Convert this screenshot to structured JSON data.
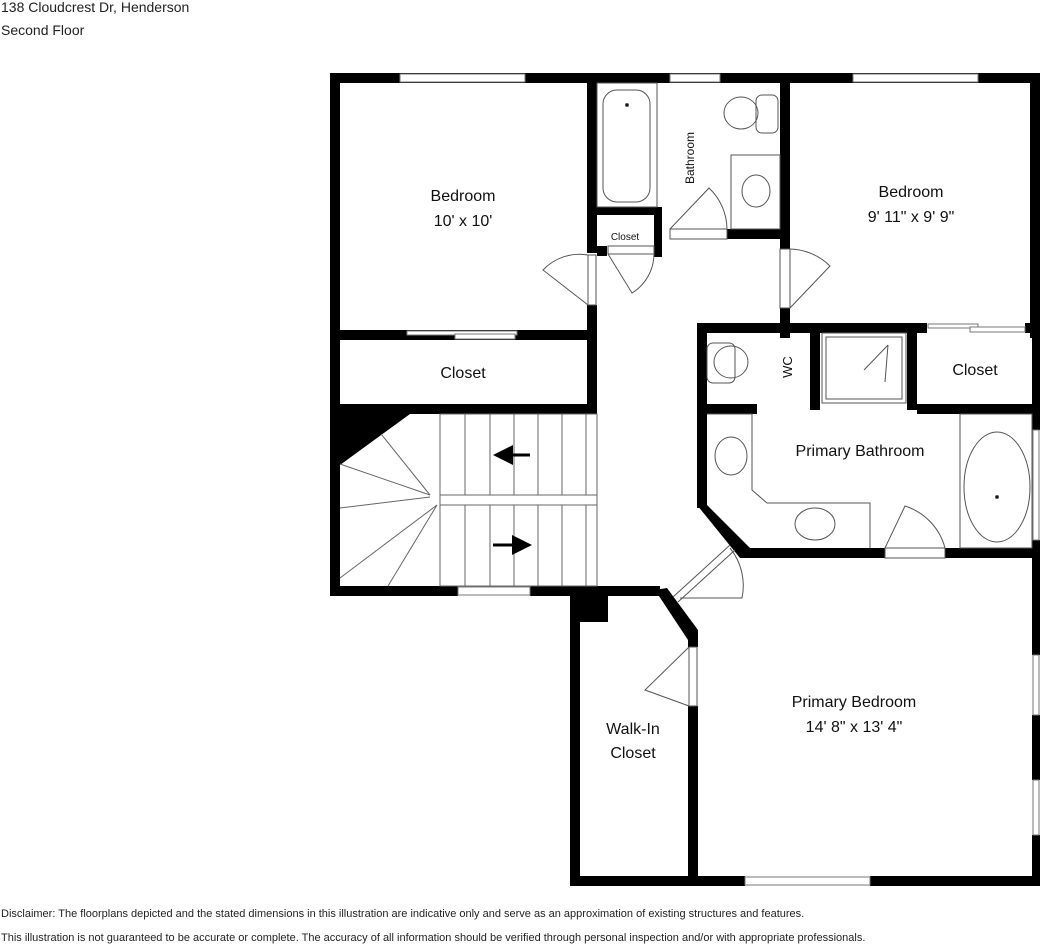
{
  "header": {
    "address": "138 Cloudcrest Dr, Henderson",
    "floor": "Second Floor"
  },
  "rooms": [
    {
      "name": "Bedroom",
      "dims": "10' x 10'"
    },
    {
      "name": "Bathroom"
    },
    {
      "name": "Closet"
    },
    {
      "name": "Bedroom",
      "dims": "9' 11\" x 9' 9\""
    },
    {
      "name": "Closet"
    },
    {
      "name": "WC"
    },
    {
      "name": "Closet"
    },
    {
      "name": "Primary Bathroom"
    },
    {
      "name": "Primary Bedroom",
      "dims": "14' 8\" x 13' 4\""
    },
    {
      "name": "Walk-In",
      "name2": "Closet"
    }
  ],
  "disclaimer": {
    "line1": "Disclaimer: The floorplans depicted and the stated dimensions in this illustration are indicative only and serve as an approximation of existing structures and features.",
    "line2": "This illustration is not guaranteed to be accurate or complete. The accuracy of all information should be verified through personal inspection and/or with appropriate professionals."
  },
  "colors": {
    "wall": "#000000",
    "fixture": "#555555",
    "background": "#ffffff"
  }
}
